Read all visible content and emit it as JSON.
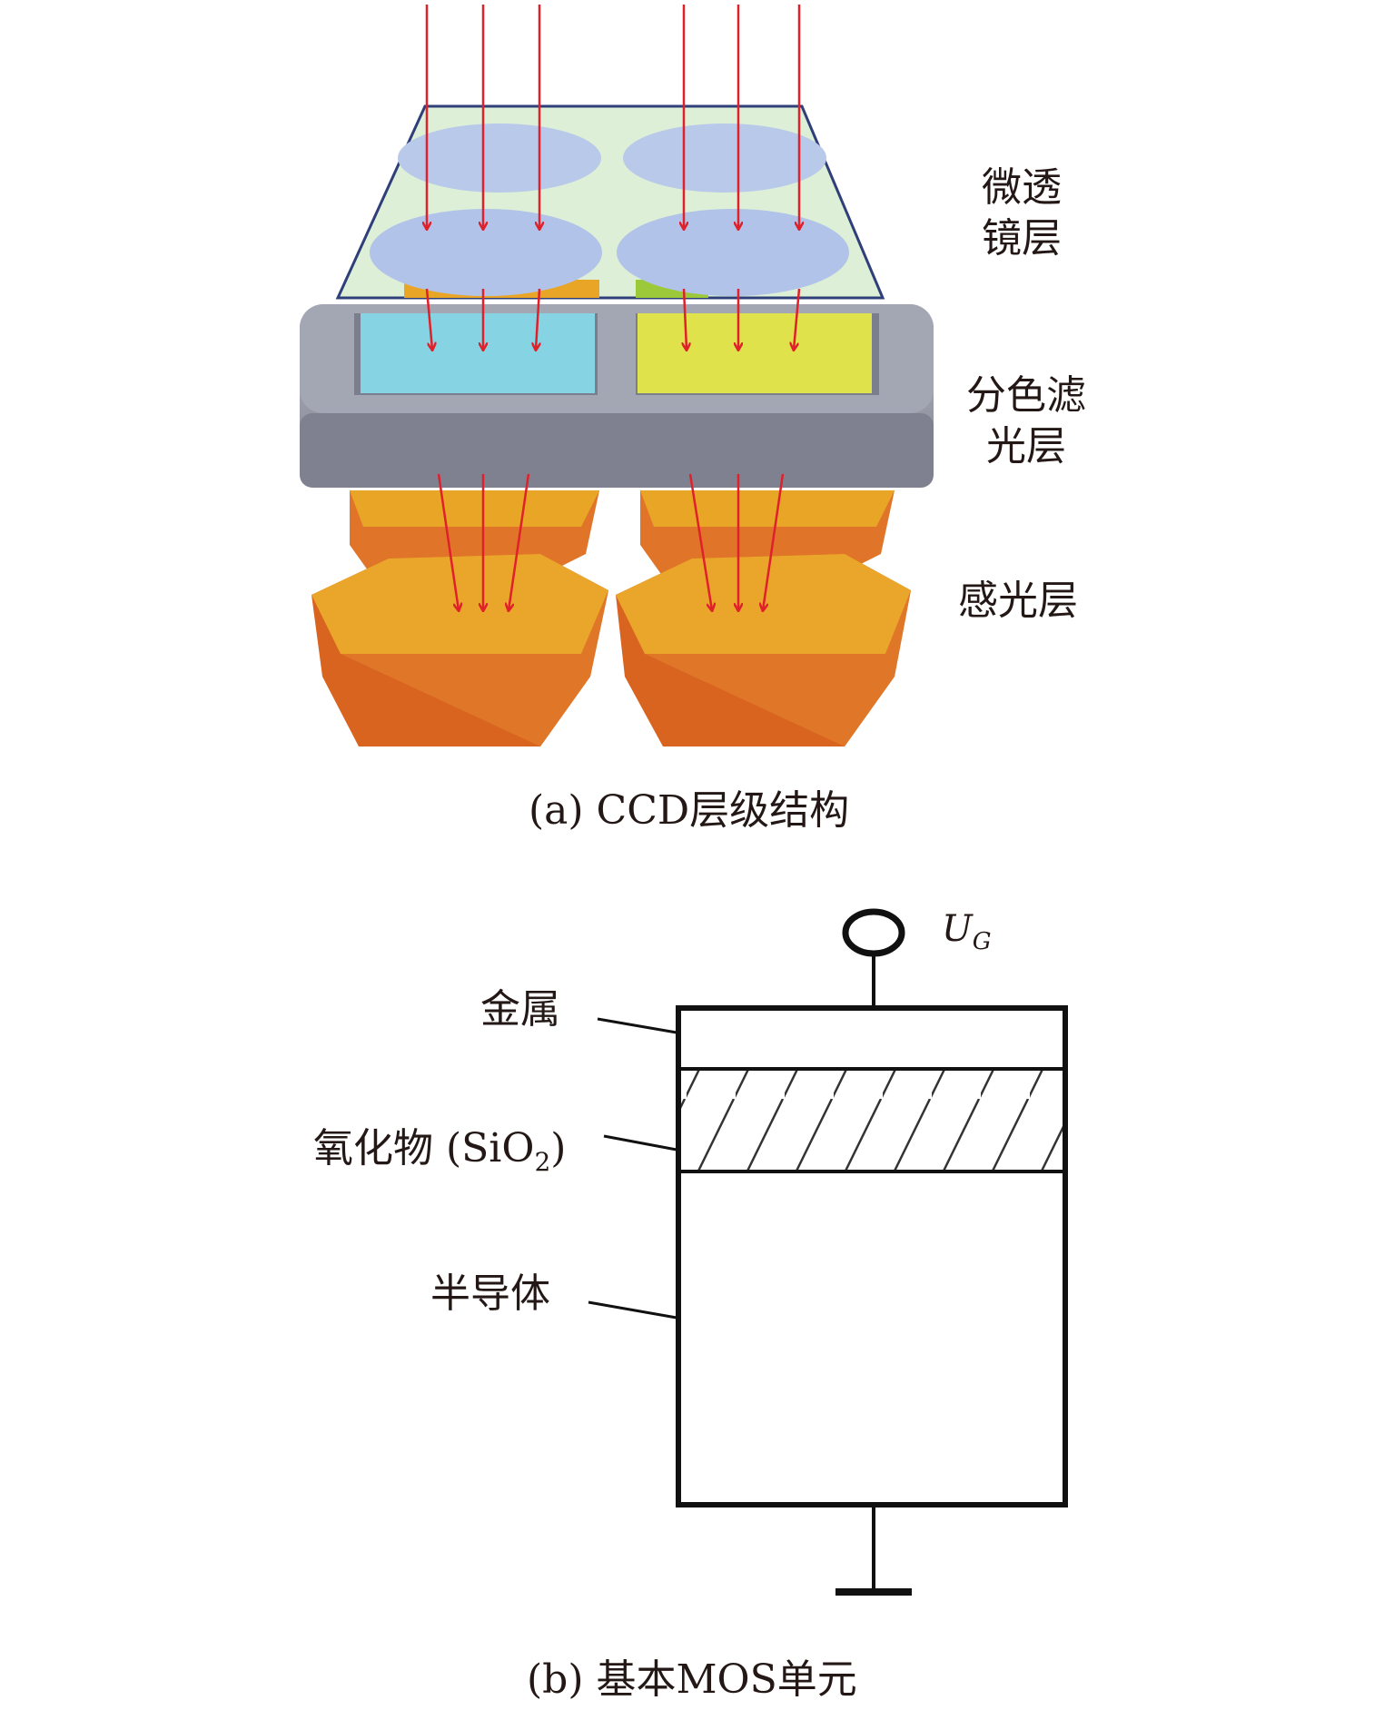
{
  "ccd": {
    "caption": "(a) CCD层级结构",
    "layers": {
      "microlens": [
        "微透",
        "镜层"
      ],
      "color_filter": [
        "分色滤",
        "光层"
      ],
      "photosensitive": "感光层"
    },
    "colors": {
      "light_arrow": "#e0202a",
      "microlens_plate": "#d8ecd0",
      "microlens_plate_border": "#2f3f7a",
      "lens": "#b9c9ea",
      "filter_frame": "#8a8c99",
      "filter_cyan": "#86d3e3",
      "filter_yellow": "#dfe24a",
      "sensor_top": "#e9a526",
      "sensor_side": "#e0752a"
    }
  },
  "mos": {
    "caption": "(b) 基本MOS单元",
    "gate_label": {
      "main": "U",
      "sub": "G"
    },
    "labels": {
      "metal": "金属",
      "oxide": "氧化物 (SiO",
      "oxide_sub": "2",
      "oxide_end": ")",
      "semiconductor": "半导体"
    }
  }
}
